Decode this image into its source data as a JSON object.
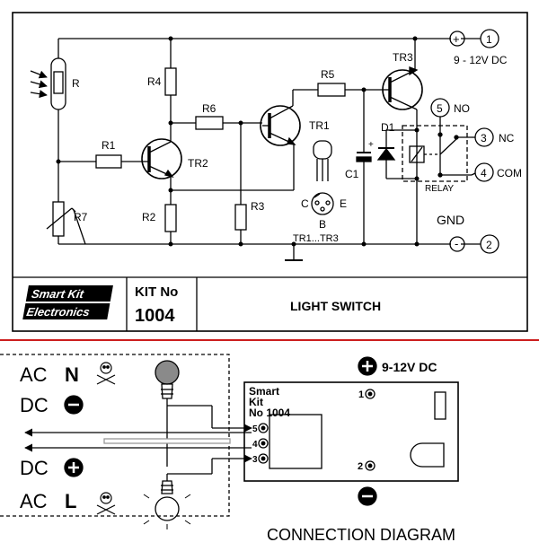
{
  "schematic": {
    "labels": {
      "r": "R",
      "r4": "R4",
      "r6": "R6",
      "r5": "R5",
      "tr3": "TR3",
      "tr1": "TR1",
      "r1": "R1",
      "tr2": "TR2",
      "r7": "R7",
      "r2": "R2",
      "r3": "R3",
      "c1": "C1",
      "d1": "D1",
      "relay": "RELAY",
      "gnd": "GND",
      "supply": "9 - 12V DC",
      "tr_group": "TR1...TR3",
      "pin_c": "C",
      "pin_e": "E",
      "pin_b": "B",
      "no": "NO",
      "nc": "NC",
      "com": "COM",
      "plus": "+",
      "minus": "-",
      "cap_plus": "+"
    },
    "callouts": [
      "1",
      "2",
      "3",
      "4",
      "5"
    ]
  },
  "title_block": {
    "logo_line1": "Smart Kit",
    "logo_line2": "Electronics",
    "kit_label": "KIT No",
    "kit_number": "1004",
    "title": "LIGHT SWITCH"
  },
  "connection": {
    "ac_n": "AC",
    "ac_n_letter": "N",
    "dc_minus": "DC",
    "dc_plus": "DC",
    "ac_l": "AC",
    "ac_l_letter": "L",
    "board_line1": "Smart",
    "board_line2": "Kit",
    "board_line3": "No 1004",
    "supply": "9-12V DC",
    "pin1": "1",
    "pin2": "2",
    "pin3": "3",
    "pin4": "4",
    "pin5": "5",
    "caption": "CONNECTION DIAGRAM"
  },
  "colors": {
    "divider": "#cc1e1e",
    "ink": "#000000",
    "bulb_grey": "#8a8a8a"
  }
}
